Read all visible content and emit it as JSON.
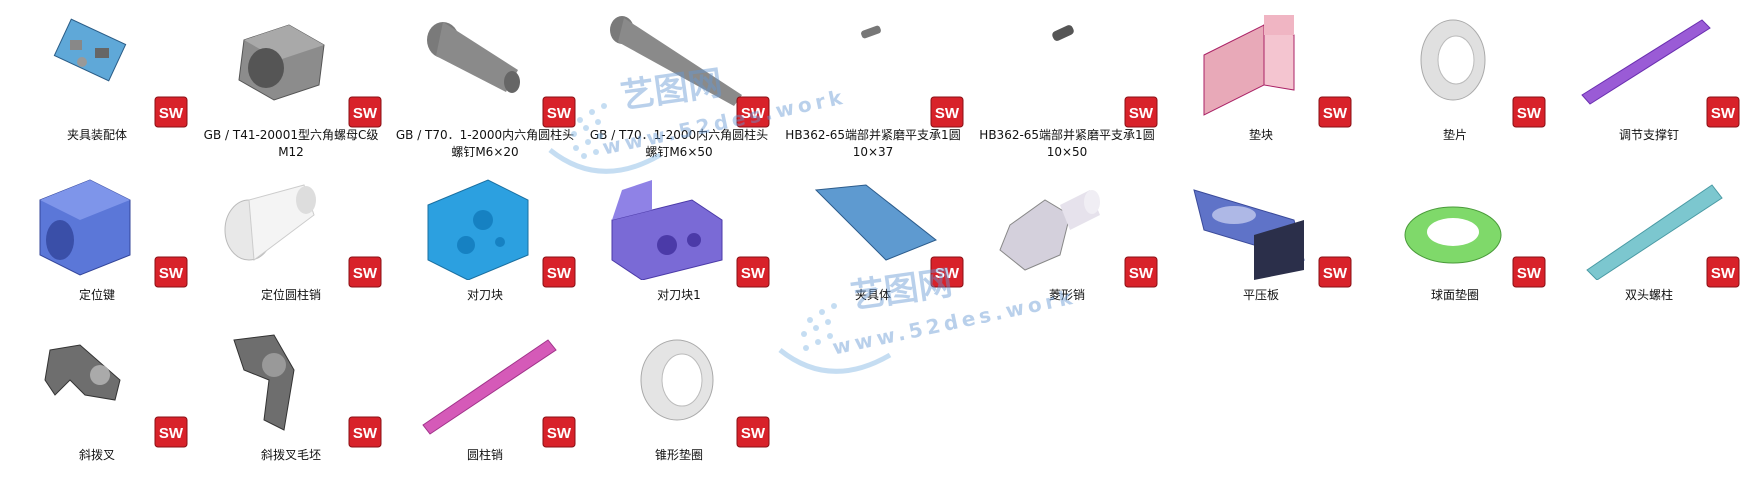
{
  "files": [
    {
      "label": "夹具装配体",
      "shape": "assembly",
      "color": "#5fa8d8"
    },
    {
      "label": "GB / T41-20001型六角螺母C级\nM12",
      "shape": "nut",
      "color": "#8c8c8c"
    },
    {
      "label": "GB / T70．1-2000内六角圆柱头\n螺钉M6×20",
      "shape": "screw-short",
      "color": "#7a7a7a"
    },
    {
      "label": "GB / T70．1-2000内六角圆柱头\n螺钉M6×50",
      "shape": "screw-long",
      "color": "#7a7a7a"
    },
    {
      "label": "HB362-65端部并紧磨平支承1圆\n10×37",
      "shape": "spring-small",
      "color": "#777777"
    },
    {
      "label": "HB362-65端部并紧磨平支承1圆\n10×50",
      "shape": "spring-small2",
      "color": "#555555"
    },
    {
      "label": "垫块",
      "shape": "pink-block",
      "color": "#e8a9b8"
    },
    {
      "label": "垫片",
      "shape": "washer",
      "color": "#e0e0e0"
    },
    {
      "label": "调节支撑钉",
      "shape": "rod-purple",
      "color": "#9a5bd6"
    },
    {
      "label": "定位键",
      "shape": "blue-cube",
      "color": "#5b77d8"
    },
    {
      "label": "定位圆柱销",
      "shape": "pin-white",
      "color": "#e8e8e8"
    },
    {
      "label": "对刀块",
      "shape": "cyan-block",
      "color": "#2ca0e0"
    },
    {
      "label": "对刀块1",
      "shape": "purple-block",
      "color": "#7a6ad6"
    },
    {
      "label": "夹具体",
      "shape": "fixture-plate",
      "color": "#5e9ad0"
    },
    {
      "label": "菱形销",
      "shape": "diamond-pin",
      "color": "#d4d0dc"
    },
    {
      "label": "平压板",
      "shape": "press-plate",
      "color": "#5f73c8"
    },
    {
      "label": "球面垫圈",
      "shape": "green-washer",
      "color": "#7fd96a"
    },
    {
      "label": "双头螺柱",
      "shape": "stud",
      "color": "#7cc7cf"
    },
    {
      "label": "斜拨叉",
      "shape": "fork",
      "color": "#6e6e6e"
    },
    {
      "label": "斜拨叉毛坯",
      "shape": "fork-blank",
      "color": "#6e6e6e"
    },
    {
      "label": "圆柱销",
      "shape": "rod-pink",
      "color": "#d55ab8"
    },
    {
      "label": "锥形垫圈",
      "shape": "cone-washer",
      "color": "#e4e4e4"
    }
  ],
  "badge": {
    "icon": "solidworks-icon",
    "text": "SW",
    "color": "#d8222a"
  },
  "watermark": {
    "title": "艺图网",
    "url": "www.52des.work"
  }
}
